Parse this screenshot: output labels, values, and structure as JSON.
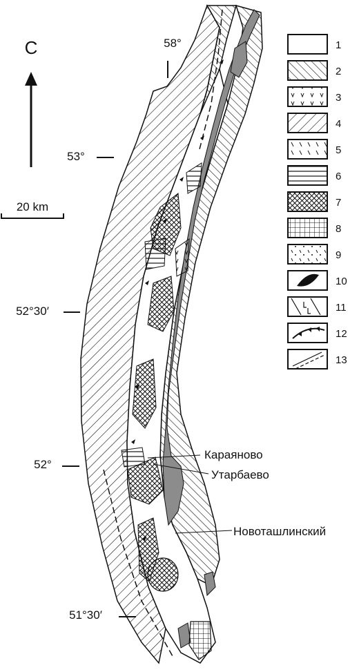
{
  "north": {
    "label": "С"
  },
  "scale": {
    "label": "20 km"
  },
  "latitudes": [
    {
      "label": "58°"
    },
    {
      "label": "53°"
    },
    {
      "label": "52°30′"
    },
    {
      "label": "52°"
    },
    {
      "label": "51°30′"
    }
  ],
  "places": [
    {
      "label": "Караяново"
    },
    {
      "label": "Утарбаево"
    },
    {
      "label": "Новоташлинский"
    }
  ],
  "legend": [
    {
      "number": "1",
      "pattern": "blank"
    },
    {
      "number": "2",
      "pattern": "hatch-dense-right"
    },
    {
      "number": "3",
      "pattern": "v-marks"
    },
    {
      "number": "4",
      "pattern": "hatch-left"
    },
    {
      "number": "5",
      "pattern": "short-dashes"
    },
    {
      "number": "6",
      "pattern": "horizontal-lines"
    },
    {
      "number": "7",
      "pattern": "cross-hatch"
    },
    {
      "number": "8",
      "pattern": "grid"
    },
    {
      "number": "9",
      "pattern": "dots-dashes"
    },
    {
      "number": "10",
      "pattern": "solid-lens"
    },
    {
      "number": "11",
      "pattern": "l-marks"
    },
    {
      "number": "12",
      "pattern": "thrust-teeth"
    },
    {
      "number": "13",
      "pattern": "dashed-fault"
    }
  ],
  "colors": {
    "ink": "#111111",
    "fill_grey": "#8c8c8c",
    "paper": "#ffffff"
  }
}
